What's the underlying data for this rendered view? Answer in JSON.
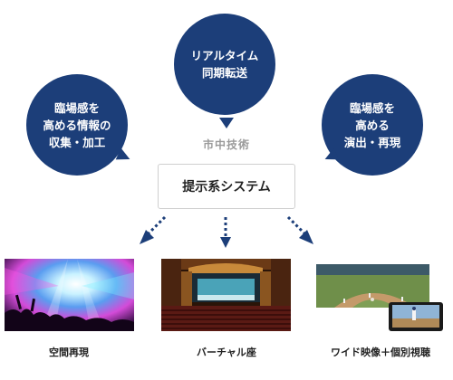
{
  "bubbles": {
    "left": "臨場感を\n高める情報の\n収集・加工",
    "center": "リアルタイム\n同期転送",
    "right": "臨場感を\n高める\n演出・再現"
  },
  "tech_label": "市中技術",
  "system_label": "提示系システム",
  "outputs": [
    {
      "caption": "空間再現"
    },
    {
      "caption": "バーチャル座"
    },
    {
      "caption": "ワイド映像＋個別視聴"
    }
  ],
  "colors": {
    "accent": "#1c3e79",
    "label_gray": "#9a9a9a"
  }
}
